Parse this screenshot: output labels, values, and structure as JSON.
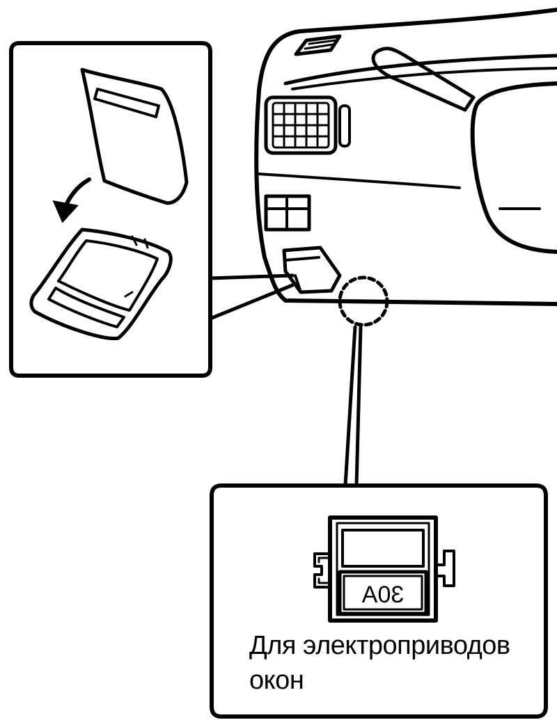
{
  "fuse": {
    "rating_label": "30A"
  },
  "caption": {
    "line1": "Для электроприводов",
    "line2": "окон"
  },
  "colors": {
    "ink": "#000000",
    "background": "#ffffff"
  }
}
